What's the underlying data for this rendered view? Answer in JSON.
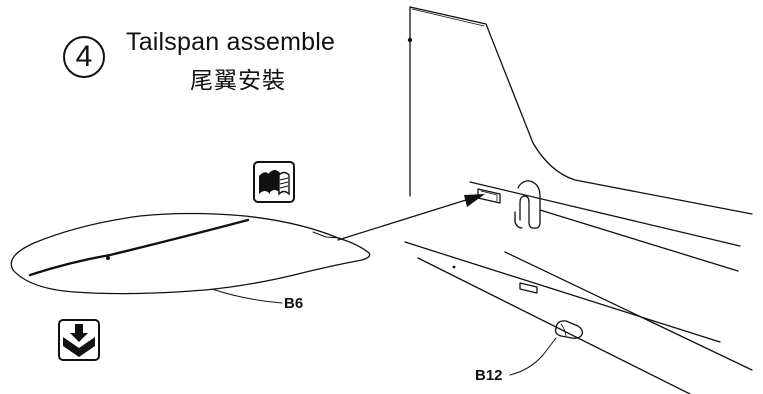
{
  "step": {
    "number": "4",
    "title_en": "Tailspan assemble",
    "title_zh": "尾翼安裝"
  },
  "parts": {
    "tailplane_label": "B6",
    "mount_label": "B12"
  },
  "icons": {
    "glue": "glue-icon",
    "press": "press-down-icon"
  },
  "colors": {
    "ink": "#111111",
    "background": "#ffffff"
  }
}
